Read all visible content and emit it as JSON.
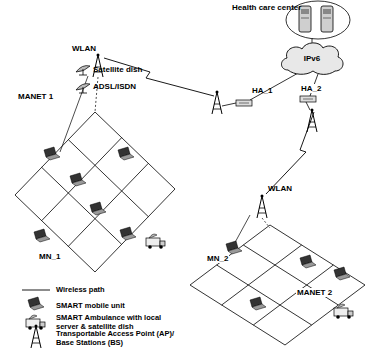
{
  "diagram": {
    "nodes": [
      {
        "text": [
          "IPv6"
        ]
      }
    ],
    "labels": [
      "Health care center",
      "WLAN",
      "Satellite dish",
      "ADSL/ISDN",
      "MANET 1",
      "HA_1",
      "HA_2",
      "MN_1",
      "WLAN",
      "MN_2",
      "MANET 2"
    ],
    "legend": [
      {
        "text": "Wireless path"
      },
      {
        "text": "SMART mobile unit"
      },
      {
        "text": "SMART Ambulance with local server & satellite dish"
      },
      {
        "text": "Transportable Access Point (AP)/ Base Stations (BS)"
      }
    ]
  }
}
